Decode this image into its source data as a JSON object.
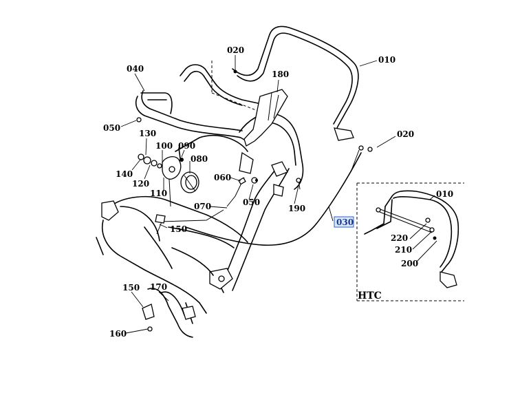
{
  "labels": {
    "l010_top": "010",
    "l020_top": "020",
    "l040": "040",
    "l050_left": "050",
    "l180": "180",
    "l020_right": "020",
    "l130": "130",
    "l100": "100",
    "l090": "090",
    "l080": "080",
    "l140": "140",
    "l120": "120",
    "l110": "110",
    "l060": "060",
    "l050_mid": "050",
    "l190": "190",
    "l070": "070",
    "l150_mid": "150",
    "l030": "030",
    "l150_low": "150",
    "l170": "170",
    "l160": "160",
    "l010_inset": "010",
    "l220": "220",
    "l210": "210",
    "l200": "200"
  },
  "inset": {
    "title": "HTC"
  }
}
